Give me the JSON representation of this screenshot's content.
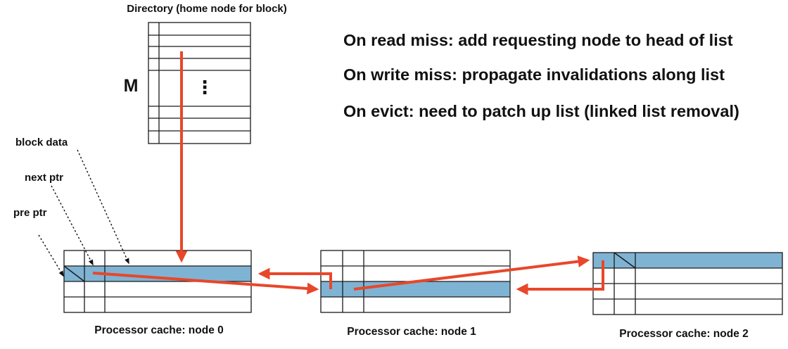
{
  "directory": {
    "title": "Directory (home node for block)",
    "row_label": "M",
    "ellipsis": "⋮"
  },
  "rules": [
    "On read miss: add requesting node to head of list",
    "On write miss: propagate invalidations along list",
    "On evict: need to patch up list (linked list removal)"
  ],
  "field_labels": {
    "block_data": "block data",
    "next_ptr": "next ptr",
    "pre_ptr": "pre ptr"
  },
  "caches": [
    {
      "caption": "Processor cache: node 0"
    },
    {
      "caption": "Processor cache: node 1"
    },
    {
      "caption": "Processor cache: node 2"
    }
  ],
  "colors": {
    "arrow": "#e8472a",
    "highlight": "#7fb3d3",
    "line": "#1a1a1a",
    "leader": "#111111"
  },
  "icons": {
    "dotted_leader": "dotted-leader-arrow",
    "link": "pointer-arrow"
  }
}
